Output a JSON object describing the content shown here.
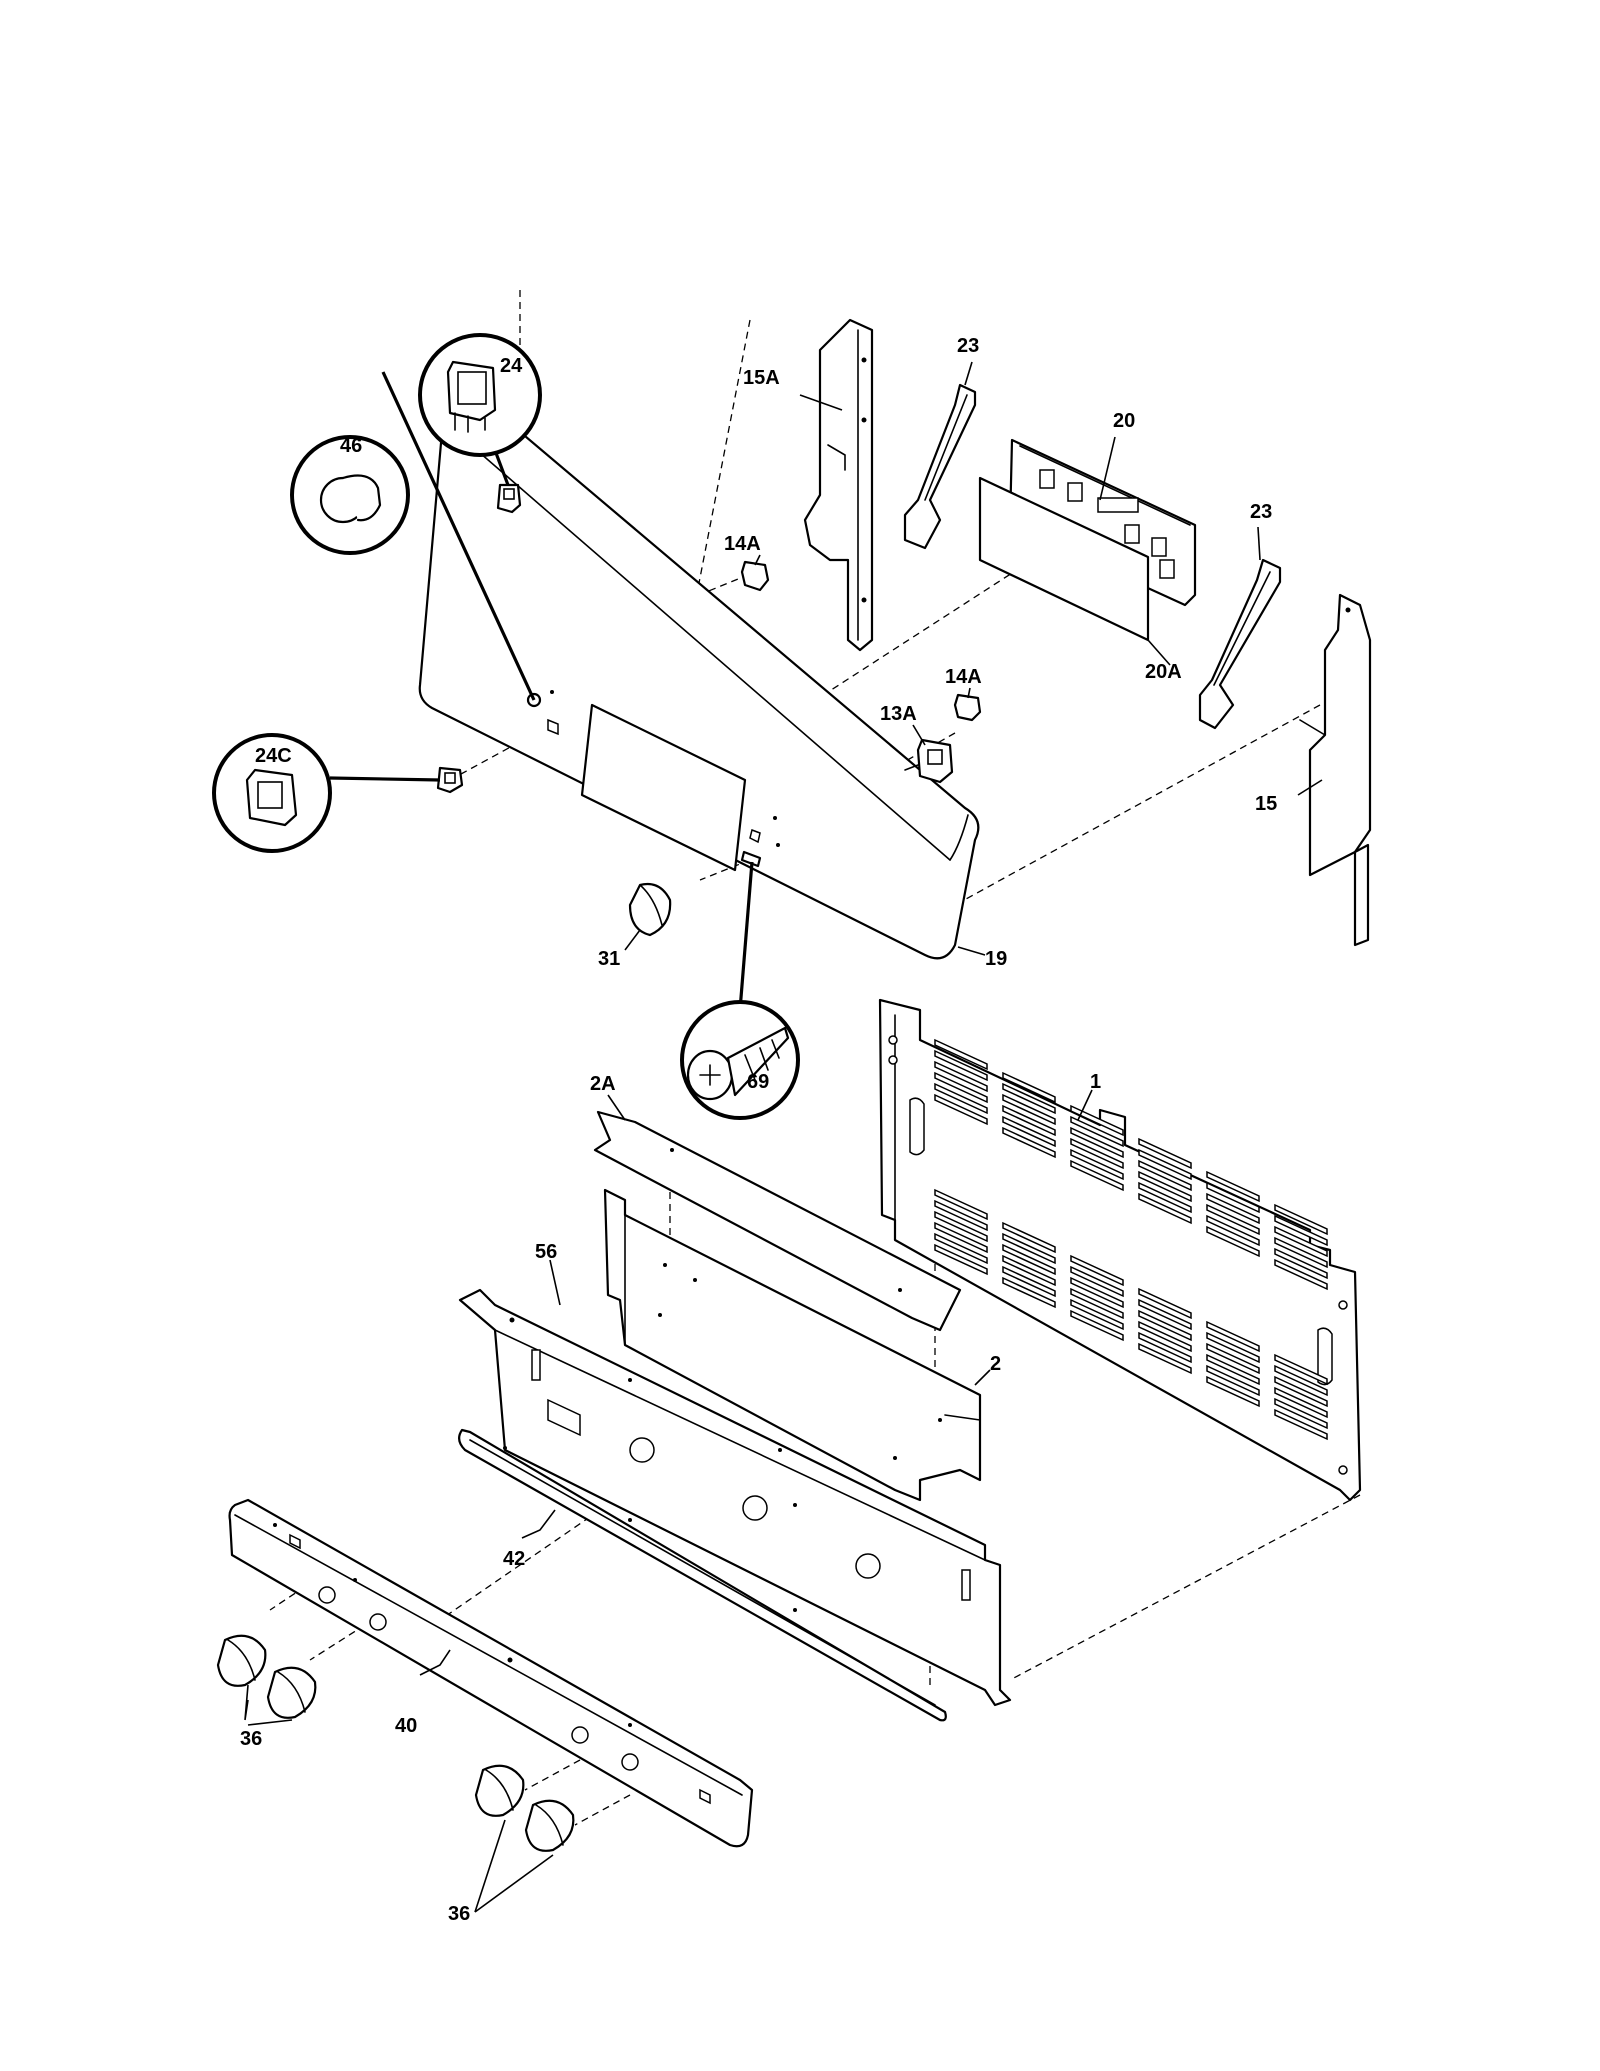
{
  "colors": {
    "line": "#000000",
    "background": "#ffffff"
  },
  "labels": {
    "p1": "1",
    "p2": "2",
    "p2a": "2A",
    "p13a": "13A",
    "p14a_upper": "14A",
    "p14a_lower": "14A",
    "p15": "15",
    "p15a": "15A",
    "p19": "19",
    "p20": "20",
    "p20a": "20A",
    "p23_left": "23",
    "p23_right": "23",
    "p24": "24",
    "p24c": "24C",
    "p31": "31",
    "p36_left": "36",
    "p36_right": "36",
    "p40": "40",
    "p42": "42",
    "p46": "46",
    "p56": "56",
    "p69": "69"
  }
}
